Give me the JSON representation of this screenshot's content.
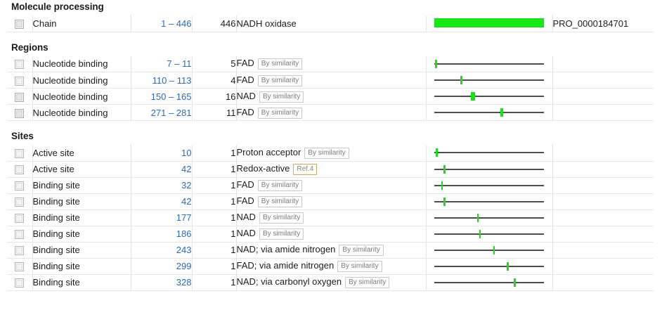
{
  "sections": [
    {
      "title": "Molecule processing",
      "rows": [
        {
          "checkbox_state": "shaded",
          "label": "Chain",
          "position": "1 – 446",
          "length": "446",
          "description": "NADH oxidase",
          "evidence": "",
          "evidence_type": "",
          "identifier": "PRO_0000184701",
          "graphic": "bar",
          "start": 1,
          "end": 446
        }
      ]
    },
    {
      "title": "Regions",
      "rows": [
        {
          "checkbox_state": "plain",
          "label": "Nucleotide binding",
          "position": "7 – 11",
          "length": "5",
          "description": "FAD",
          "evidence": "By similarity",
          "evidence_type": "similarity",
          "identifier": "",
          "graphic": "marker",
          "start": 7,
          "end": 11
        },
        {
          "checkbox_state": "plain",
          "label": "Nucleotide binding",
          "position": "110 – 113",
          "length": "4",
          "description": "FAD",
          "evidence": "By similarity",
          "evidence_type": "similarity",
          "identifier": "",
          "graphic": "marker",
          "start": 110,
          "end": 113
        },
        {
          "checkbox_state": "shaded",
          "label": "Nucleotide binding",
          "position": "150 – 165",
          "length": "16",
          "description": "NAD",
          "evidence": "By similarity",
          "evidence_type": "similarity",
          "identifier": "",
          "graphic": "marker",
          "start": 150,
          "end": 165
        },
        {
          "checkbox_state": "shaded",
          "label": "Nucleotide binding",
          "position": "271 – 281",
          "length": "11",
          "description": "FAD",
          "evidence": "By similarity",
          "evidence_type": "similarity",
          "identifier": "",
          "graphic": "marker",
          "start": 271,
          "end": 281
        }
      ]
    },
    {
      "title": "Sites",
      "rows": [
        {
          "checkbox_state": "plain",
          "label": "Active site",
          "position": "10",
          "length": "1",
          "description": "Proton acceptor",
          "evidence": "By similarity",
          "evidence_type": "similarity",
          "identifier": "",
          "graphic": "marker",
          "start": 10,
          "end": 10
        },
        {
          "checkbox_state": "plain",
          "label": "Active site",
          "position": "42",
          "length": "1",
          "description": "Redox-active",
          "evidence": "Ref.4",
          "evidence_type": "ref",
          "identifier": "",
          "graphic": "marker",
          "start": 42,
          "end": 42
        },
        {
          "checkbox_state": "plain",
          "label": "Binding site",
          "position": "32",
          "length": "1",
          "description": "FAD",
          "evidence": "By similarity",
          "evidence_type": "similarity",
          "identifier": "",
          "graphic": "marker",
          "start": 32,
          "end": 32
        },
        {
          "checkbox_state": "plain",
          "label": "Binding site",
          "position": "42",
          "length": "1",
          "description": "FAD",
          "evidence": "By similarity",
          "evidence_type": "similarity",
          "identifier": "",
          "graphic": "marker",
          "start": 42,
          "end": 42
        },
        {
          "checkbox_state": "plain",
          "label": "Binding site",
          "position": "177",
          "length": "1",
          "description": "NAD",
          "evidence": "By similarity",
          "evidence_type": "similarity",
          "identifier": "",
          "graphic": "marker",
          "start": 177,
          "end": 177
        },
        {
          "checkbox_state": "plain",
          "label": "Binding site",
          "position": "186",
          "length": "1",
          "description": "NAD",
          "evidence": "By similarity",
          "evidence_type": "similarity",
          "identifier": "",
          "graphic": "marker",
          "start": 186,
          "end": 186
        },
        {
          "checkbox_state": "plain",
          "label": "Binding site",
          "position": "243",
          "length": "1",
          "description": "NAD; via amide nitrogen",
          "evidence": "By similarity",
          "evidence_type": "similarity",
          "identifier": "",
          "graphic": "marker",
          "start": 243,
          "end": 243
        },
        {
          "checkbox_state": "plain",
          "label": "Binding site",
          "position": "299",
          "length": "1",
          "description": "FAD; via amide nitrogen",
          "evidence": "By similarity",
          "evidence_type": "similarity",
          "identifier": "",
          "graphic": "marker",
          "start": 299,
          "end": 299
        },
        {
          "checkbox_state": "plain",
          "label": "Binding site",
          "position": "328",
          "length": "1",
          "description": "NAD; via carbonyl oxygen",
          "evidence": "By similarity",
          "evidence_type": "similarity",
          "identifier": "",
          "graphic": "marker",
          "start": 328,
          "end": 328
        }
      ]
    }
  ],
  "sequence_length": 446,
  "colors": {
    "feature_green": "#18e018",
    "position_link": "#2b6cb5",
    "axis": "#4e4e4e",
    "badge_ref_border": "#c8a96a"
  }
}
